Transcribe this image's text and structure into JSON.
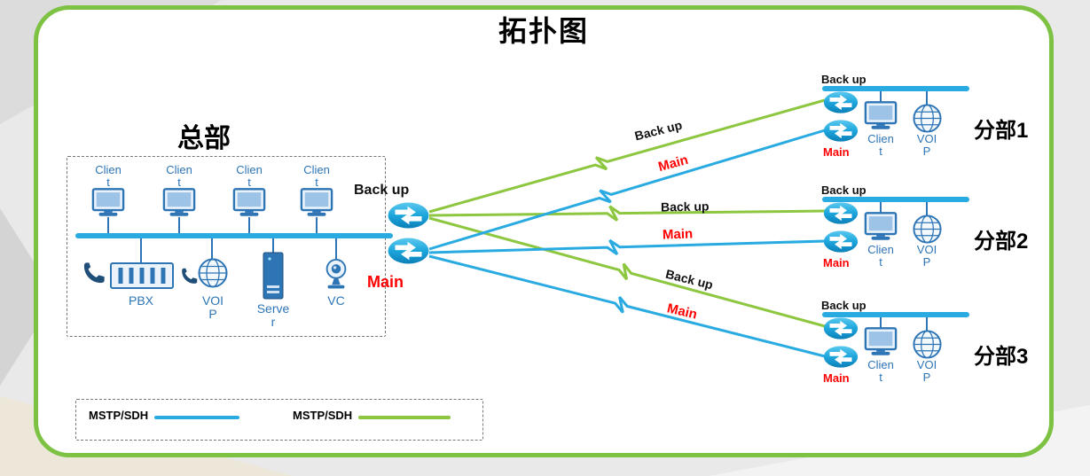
{
  "title": "拓扑图",
  "hq": {
    "label": "总部",
    "clients": [
      "Clien\nt",
      "Clien\nt",
      "Clien\nt",
      "Clien\nt"
    ],
    "devices": {
      "pbx": "PBX",
      "voip": "VOI\nP",
      "server": "Serve\nr",
      "vc": "VC"
    },
    "router_backup_label": "Back up",
    "router_main_label": "Main"
  },
  "link_labels": {
    "backup": [
      "Back up",
      "Back up",
      "Back up"
    ],
    "main": [
      "Main",
      "Main",
      "Main"
    ]
  },
  "branches": [
    {
      "name": "分部1",
      "backup_label": "Back up",
      "main_label": "Main",
      "client_label": "Clien\nt",
      "voip_label": "VOI\nP"
    },
    {
      "name": "分部2",
      "backup_label": "Back up",
      "main_label": "Main",
      "client_label": "Clien\nt",
      "voip_label": "VOI\nP"
    },
    {
      "name": "分部3",
      "backup_label": "Back up",
      "main_label": "Main",
      "client_label": "Clien\nt",
      "voip_label": "VOI\nP"
    }
  ],
  "legend": {
    "items": [
      {
        "label": "MSTP/SDH",
        "color": "#29abe2"
      },
      {
        "label": "MSTP/SDH",
        "color": "#8dc63f"
      }
    ]
  },
  "colors": {
    "main_line": "#29abe2",
    "backup_line": "#8dc63f",
    "border_green": "#7dc242",
    "label_red": "#ff0000",
    "label_blue": "#2e75b6"
  }
}
